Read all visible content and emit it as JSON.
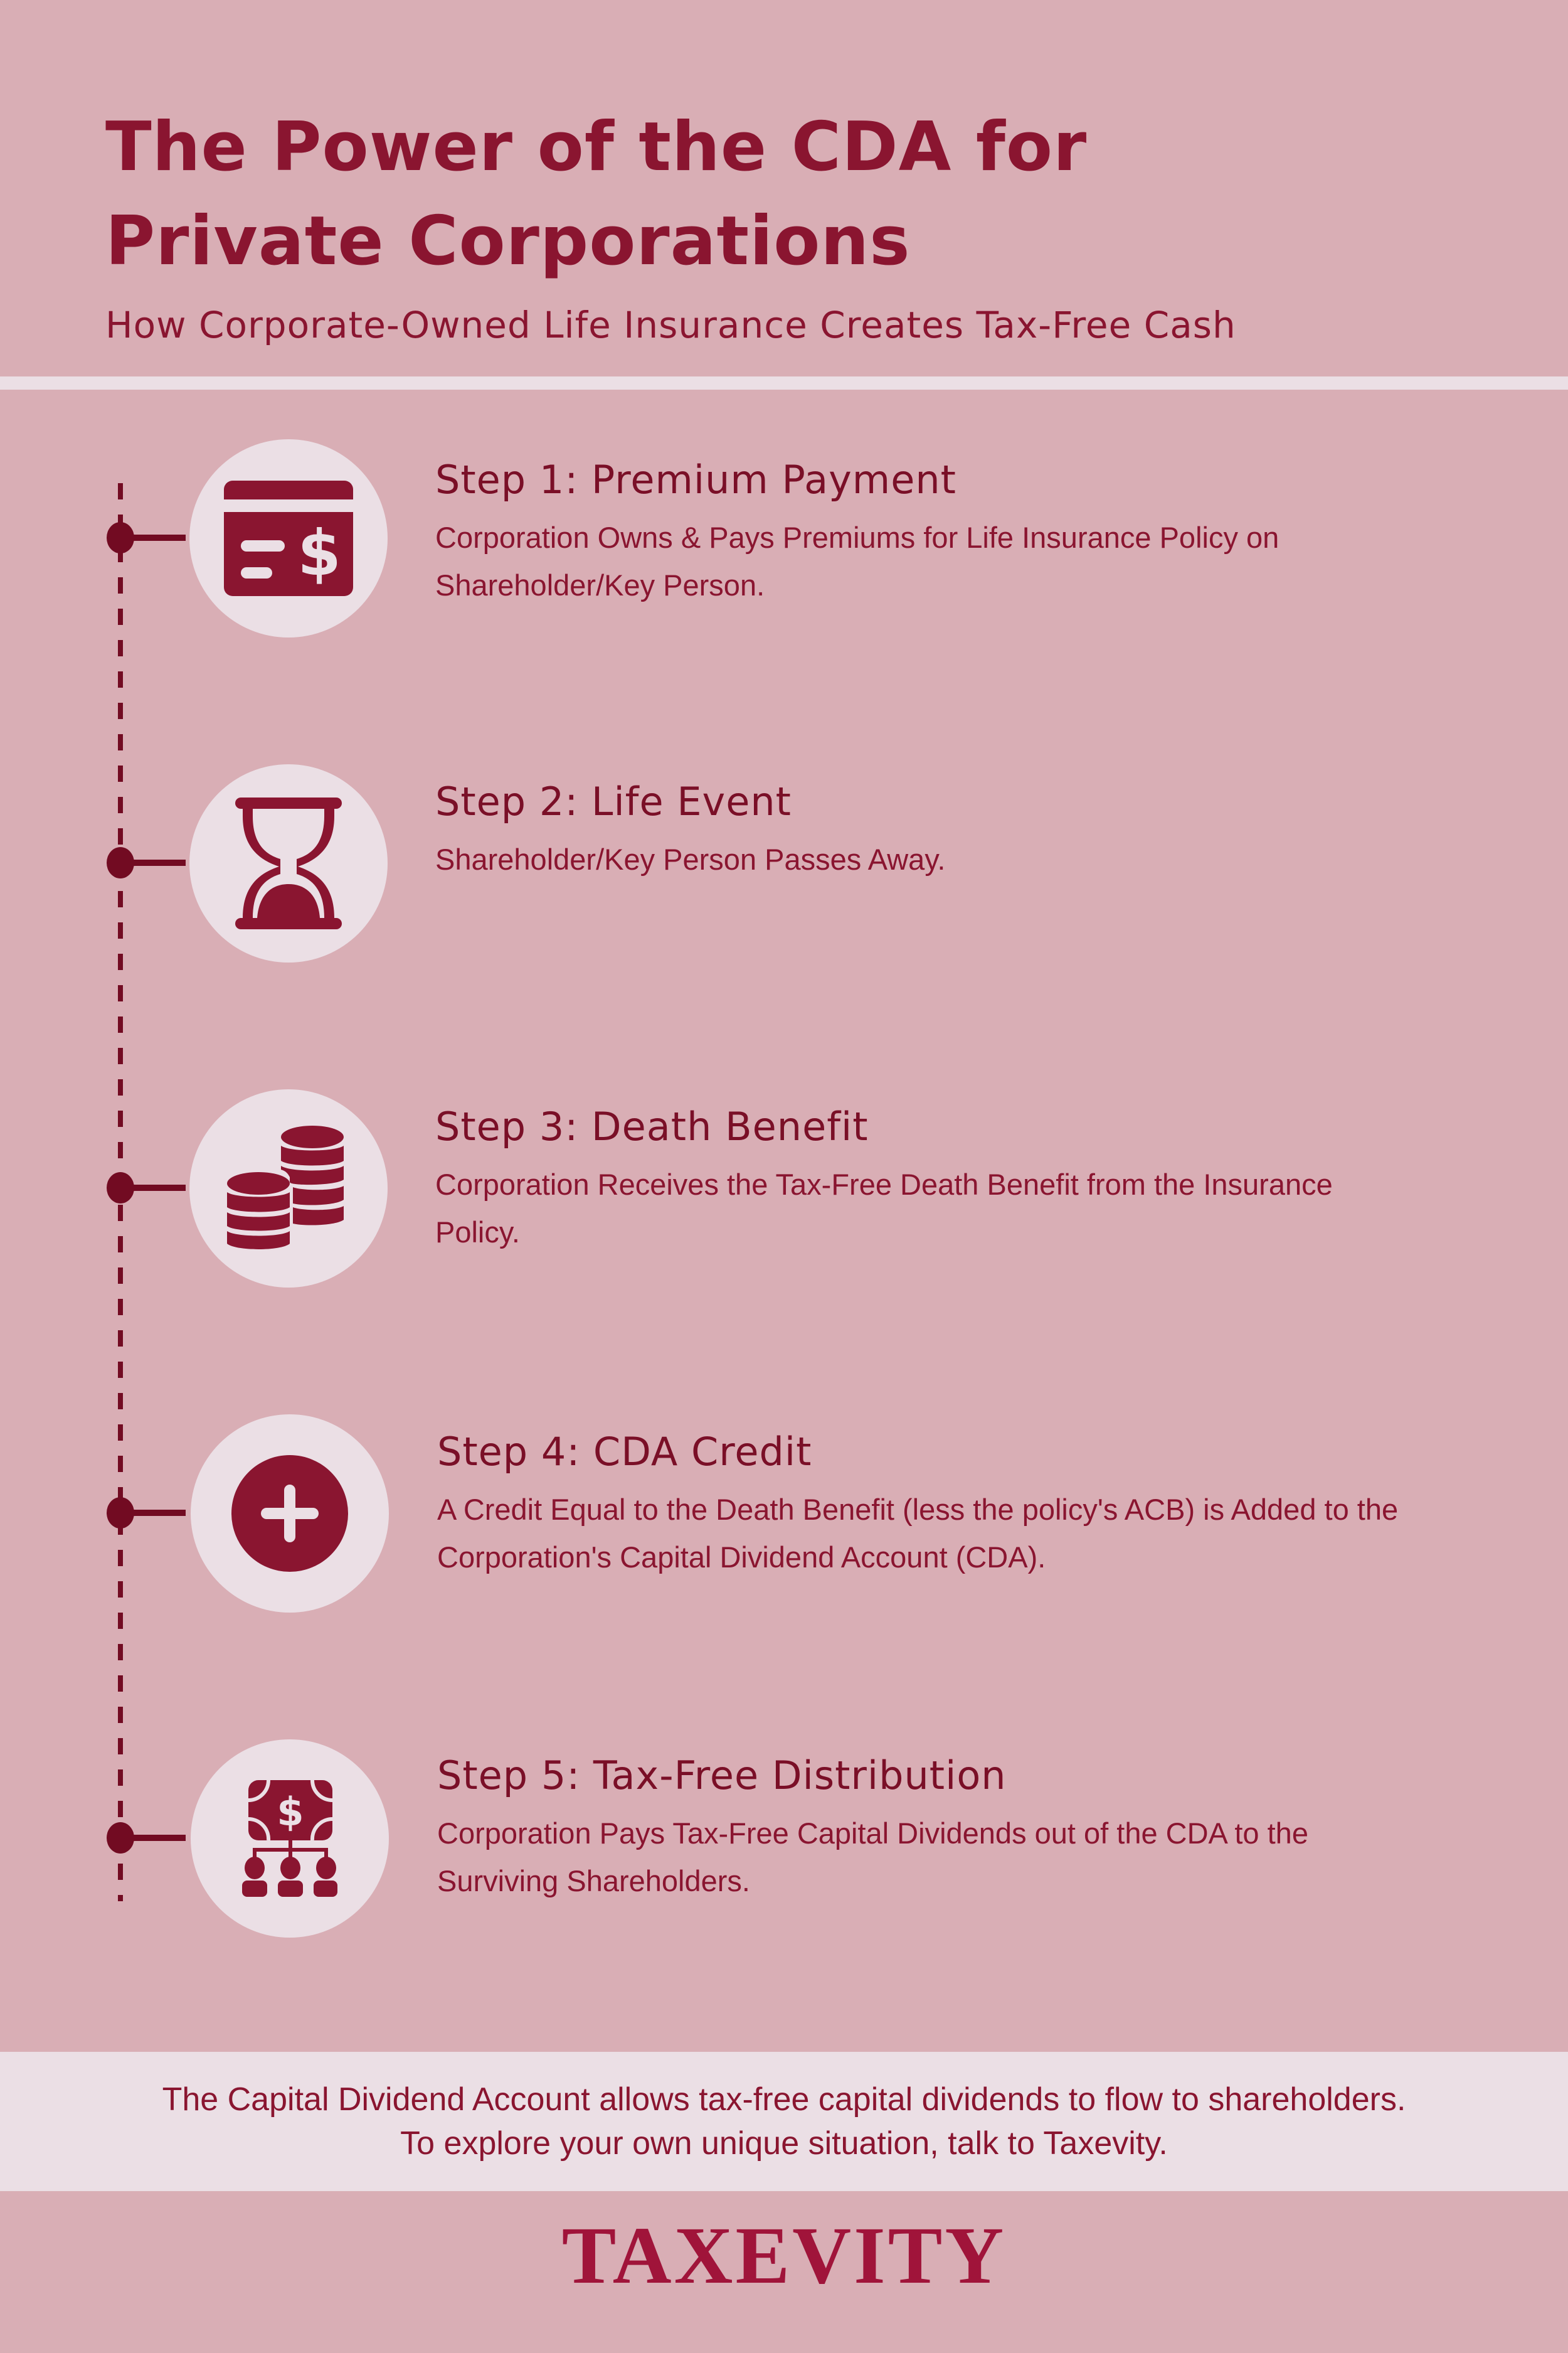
{
  "header": {
    "title_line1": "The Power of the CDA for",
    "title_line2": "Private Corporations",
    "subtitle": "How Corporate-Owned Life Insurance Creates Tax-Free Cash"
  },
  "steps": [
    {
      "title": "Step 1: Premium Payment",
      "description": "Corporation Owns & Pays Premiums for Life Insurance Policy on Shareholder/Key Person.",
      "icon": "credit-card-dollar-icon"
    },
    {
      "title": "Step 2: Life Event",
      "description": "Shareholder/Key Person Passes Away.",
      "icon": "hourglass-icon"
    },
    {
      "title": "Step 3: Death Benefit",
      "description": "Corporation Receives the Tax-Free Death Benefit from the Insurance Policy.",
      "icon": "coin-stacks-icon"
    },
    {
      "title": "Step 4: CDA Credit",
      "description": "A Credit Equal to the Death Benefit (less the policy's ACB) is Added to the Corporation's Capital Dividend Account (CDA).",
      "icon": "plus-circle-icon"
    },
    {
      "title": "Step 5: Tax-Free Distribution",
      "description": "Corporation Pays Tax-Free Capital Dividends out of the CDA to the Surviving Shareholders.",
      "icon": "money-distribution-icon"
    }
  ],
  "footer": {
    "line1": "The Capital Dividend Account allows tax-free capital dividends to flow to shareholders.",
    "line2": "To explore your own unique situation, talk to Taxevity."
  },
  "brand": {
    "logo_text": "TAXEVITY"
  },
  "colors": {
    "background": "#d9aeb5",
    "accent": "#8a1530",
    "timeline": "#720b22",
    "light_panel": "#ebdfe5",
    "logo": "#a0143a"
  }
}
